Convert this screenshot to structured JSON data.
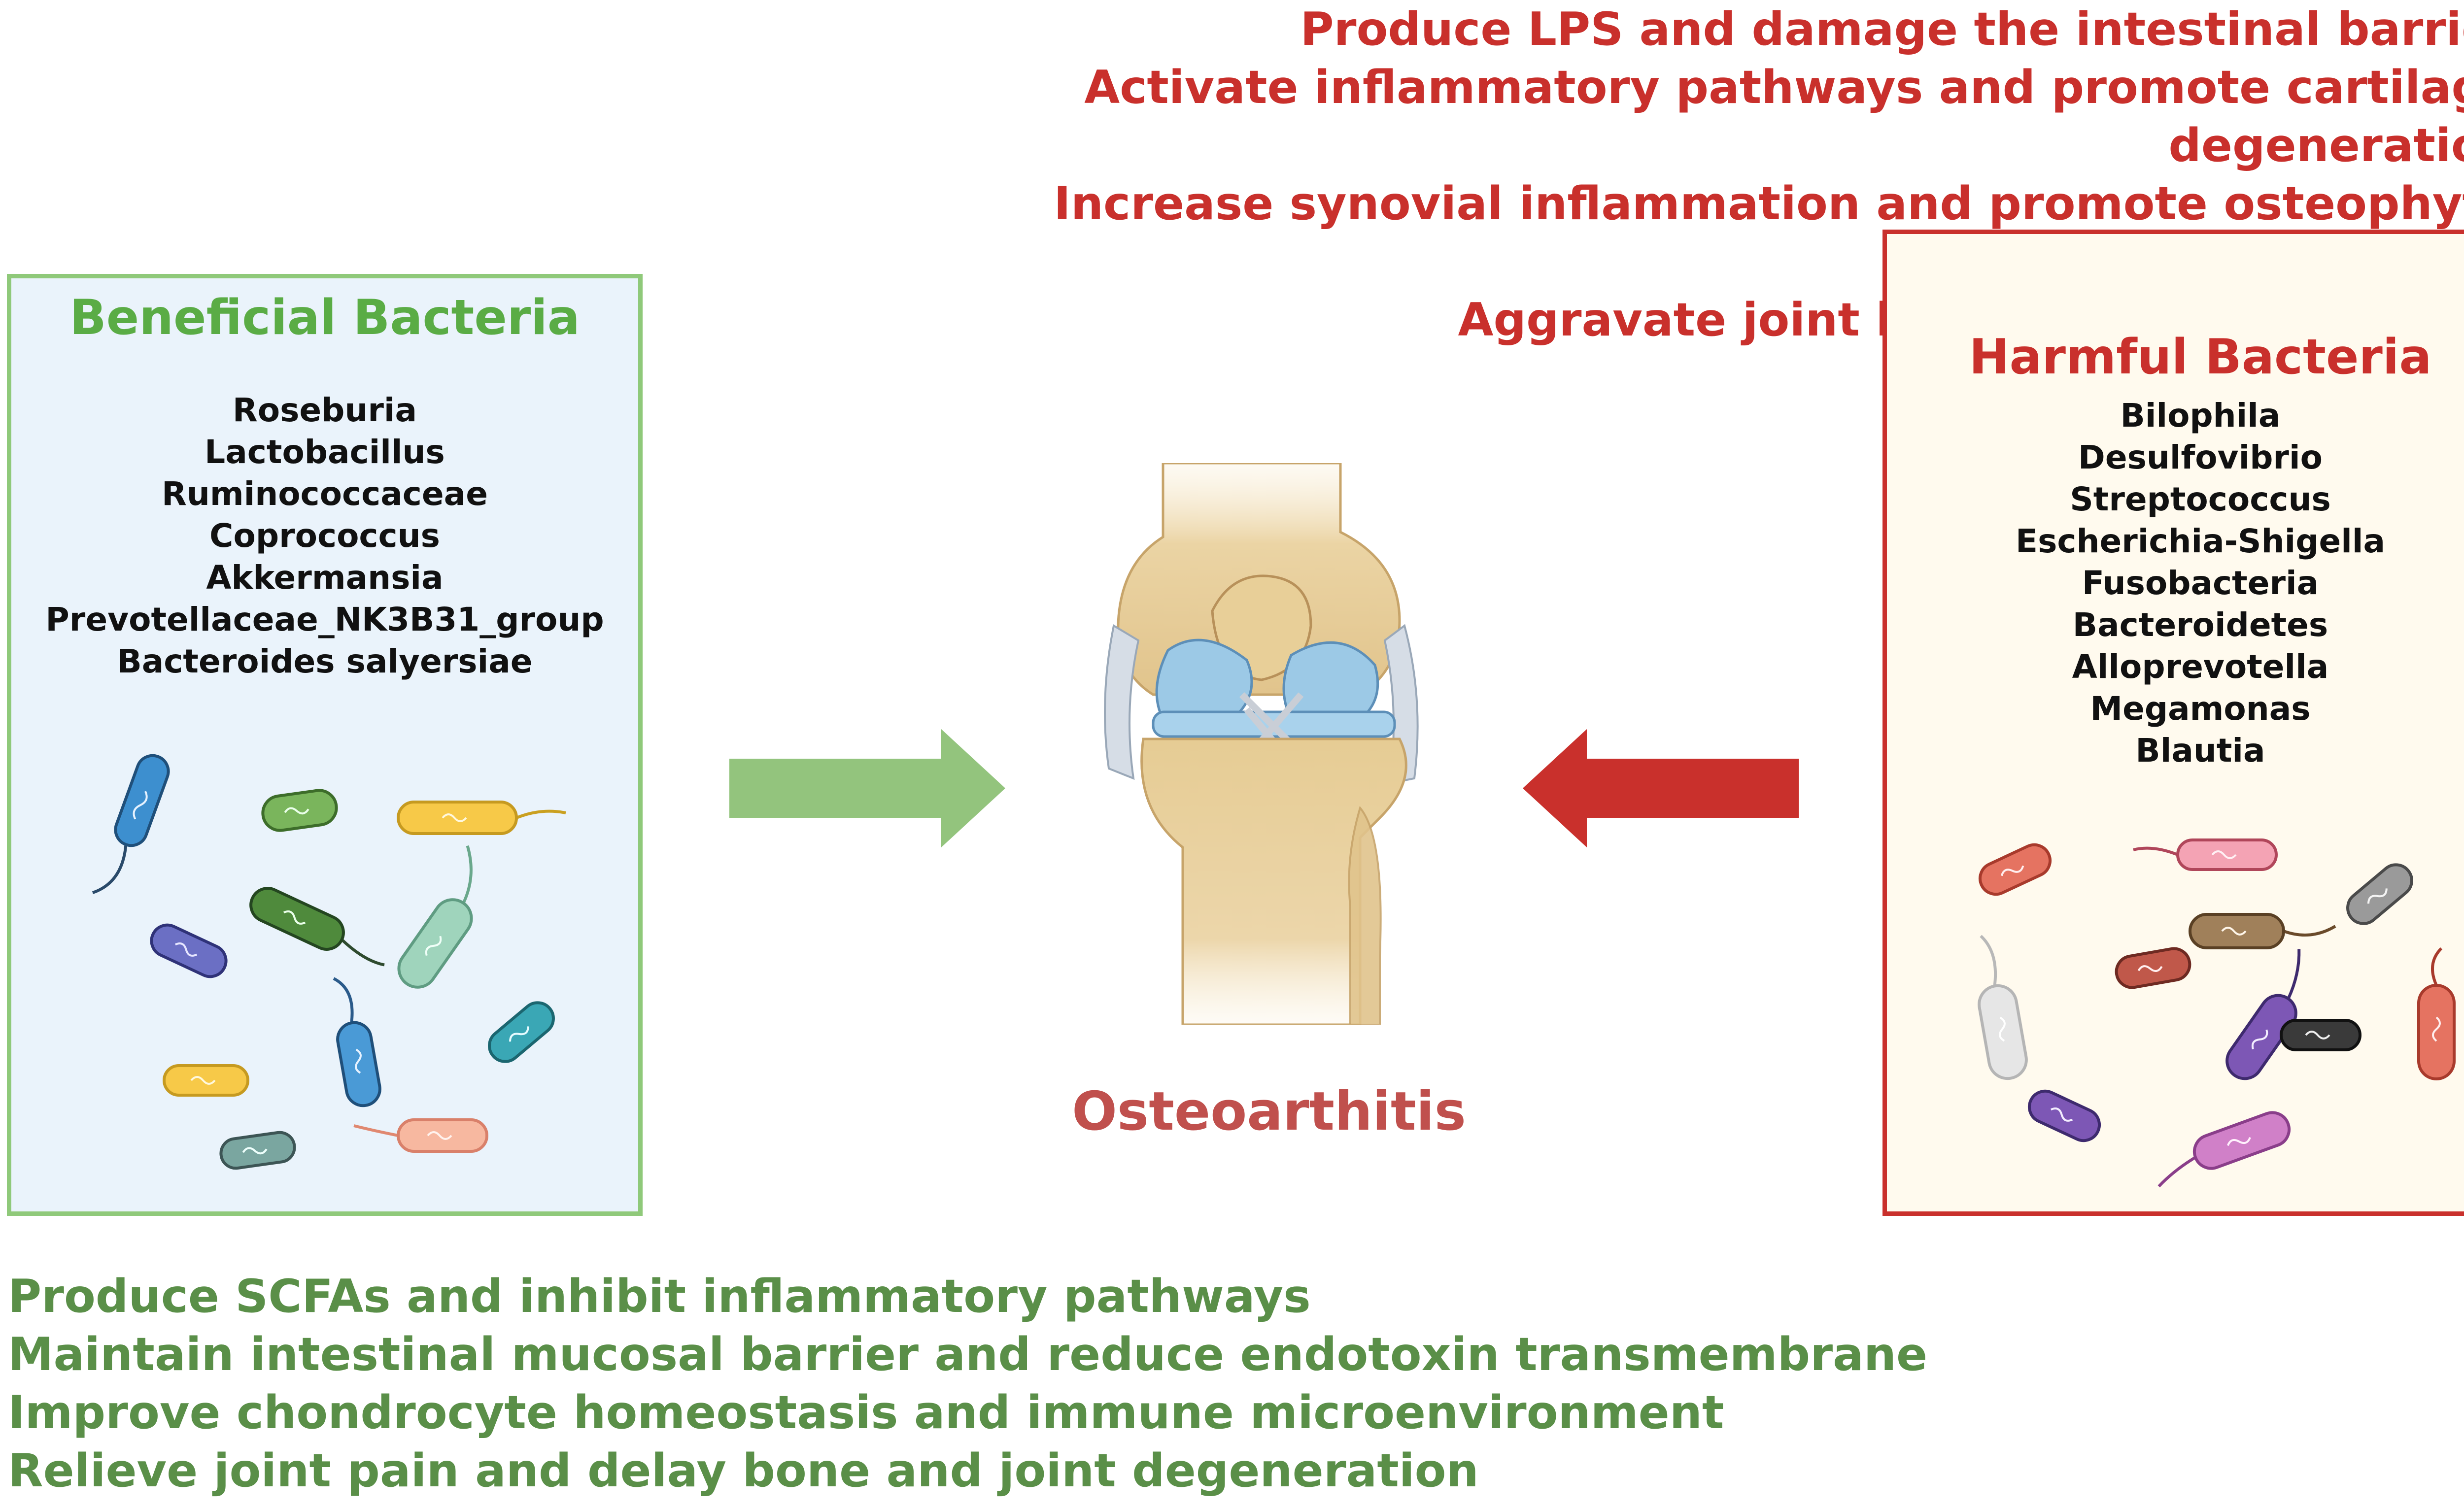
{
  "harmful_effects": [
    "Produce LPS and damage the intestinal barrier",
    "Activate inflammatory pathways and promote cartilage degeneration",
    "Increase synovial inflammation and promote osteophyte formation",
    "Aggravate joint loss of function and pain"
  ],
  "beneficial_effects": [
    "Produce SCFAs and inhibit inflammatory pathways",
    "Maintain intestinal mucosal barrier and reduce endotoxin transmembrane",
    "Improve chondrocyte homeostasis and immune microenvironment",
    "Relieve joint pain and delay bone and joint degeneration"
  ],
  "beneficial_panel": {
    "title": "Beneficial Bacteria",
    "bacteria": [
      "Roseburia",
      "Lactobacillus",
      "Ruminococcaceae",
      "Coprococcus",
      "Akkermansia",
      "Prevotellaceae_NK3B31_group",
      "Bacteroides salyersiae"
    ]
  },
  "harmful_panel": {
    "title": "Harmful Bacteria",
    "bacteria": [
      "Bilophila",
      "Desulfovibrio",
      "Streptococcus",
      "Escherichia-Shigella",
      "Fusobacteria",
      "Bacteroidetes",
      "Alloprevotella",
      "Megamonas",
      "Blautia"
    ]
  },
  "center": {
    "title": "Osteoarthitis"
  },
  "colors": {
    "harmful": "#c9302c",
    "beneficial_text": "#5a8f48",
    "beneficial_title": "#5aac45",
    "beneficial_border": "#8fc97a",
    "beneficial_arrow": "#93c47d",
    "harmful_arrow": "#c9302c",
    "beneficial_bg": "#eaf3fb",
    "harmful_bg": "#fffaee",
    "center_title": "#c0504d"
  },
  "icons": [
    "bacteria-icon",
    "knee-joint-icon",
    "right-arrow-icon",
    "left-arrow-icon"
  ]
}
